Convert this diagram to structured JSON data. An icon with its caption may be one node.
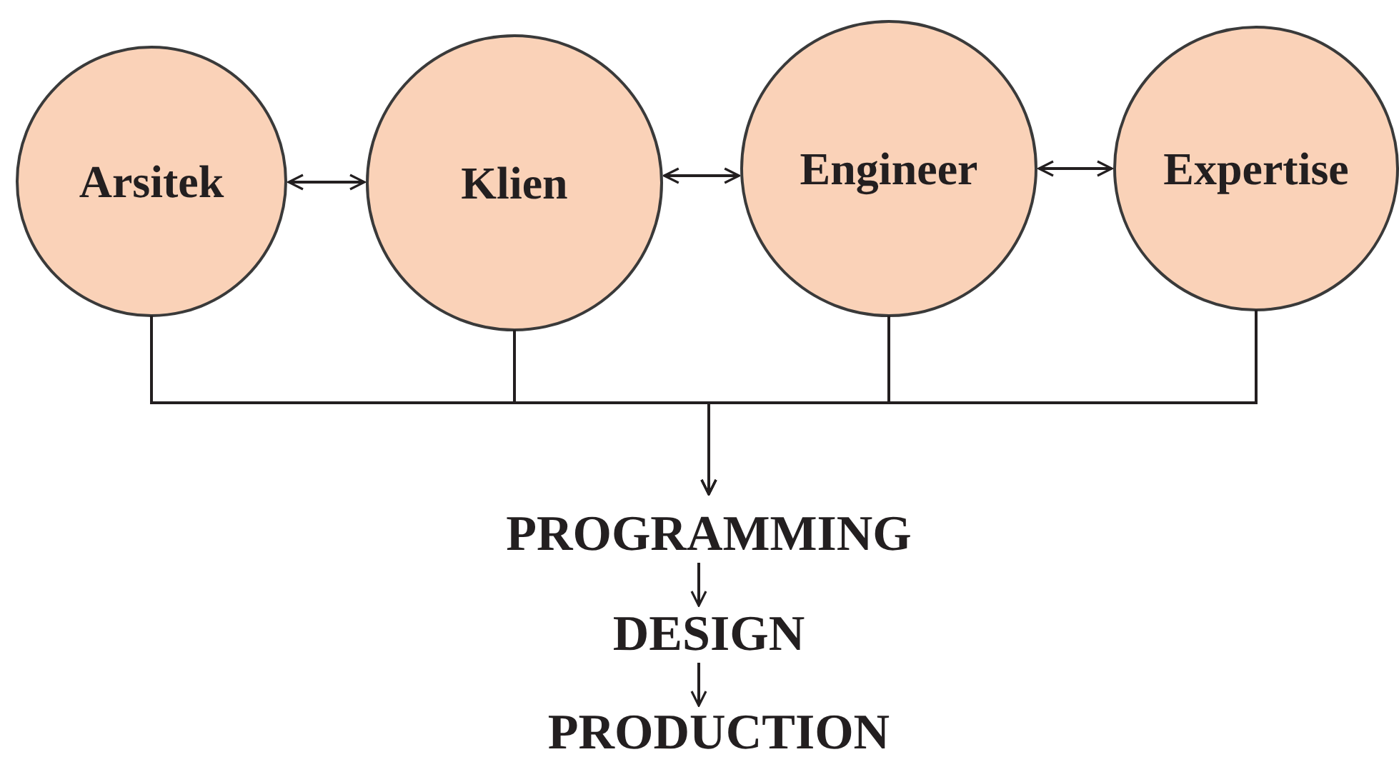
{
  "diagram": {
    "nodes": [
      {
        "text": [
          "Arsitek"
        ]
      },
      {
        "text": [
          "Klien"
        ]
      },
      {
        "text": [
          "Engineer"
        ]
      },
      {
        "text": [
          "Expertise"
        ]
      },
      {
        "text": [
          "PROGRAMMING"
        ]
      },
      {
        "text": [
          "DESIGN"
        ]
      },
      {
        "text": [
          "PRODUCTION"
        ]
      }
    ],
    "edges": [
      {
        "from": 0,
        "to": 1,
        "arrow": "both"
      },
      {
        "from": 1,
        "to": 2,
        "arrow": "both"
      },
      {
        "from": 2,
        "to": 3,
        "arrow": "both"
      },
      {
        "from": 0,
        "to": 4,
        "arrow": "to"
      },
      {
        "from": 1,
        "to": 4,
        "arrow": "to"
      },
      {
        "from": 2,
        "to": 4,
        "arrow": "to"
      },
      {
        "from": 3,
        "to": 4,
        "arrow": "to"
      },
      {
        "from": 4,
        "to": 5,
        "arrow": "to"
      },
      {
        "from": 5,
        "to": 6,
        "arrow": "to"
      }
    ]
  }
}
